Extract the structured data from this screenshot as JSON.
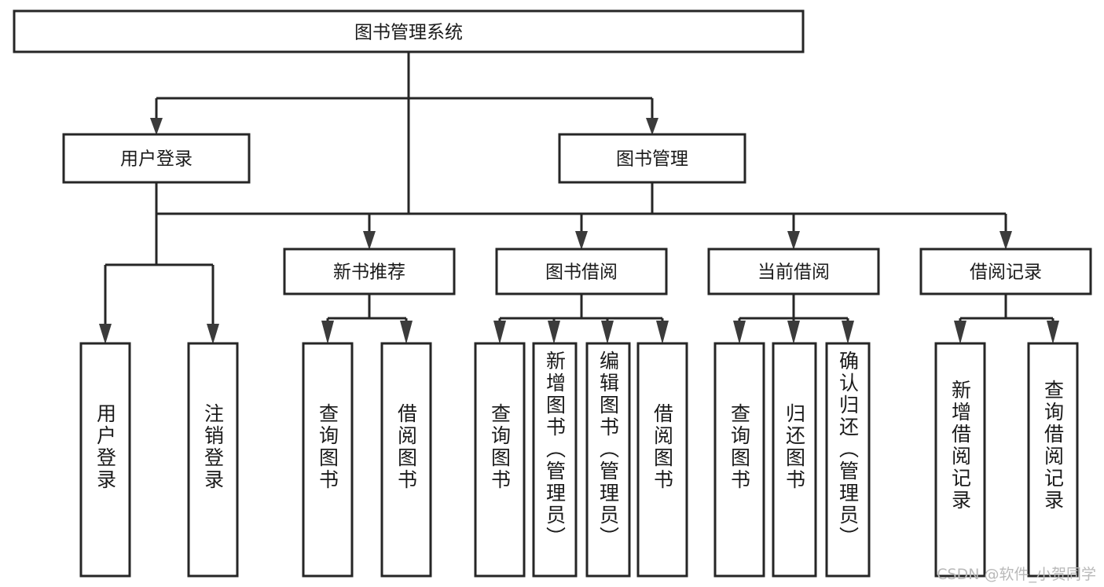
{
  "diagram": {
    "title": "图书管理系统",
    "type": "tree",
    "root": {
      "id": "root",
      "label": "图书管理系统",
      "orientation": "horizontal"
    },
    "level2": [
      {
        "id": "user-login",
        "label": "用户登录",
        "orientation": "horizontal"
      },
      {
        "id": "book-manage",
        "label": "图书管理",
        "orientation": "horizontal"
      }
    ],
    "level3": [
      {
        "id": "new-book-recommend",
        "label": "新书推荐",
        "orientation": "horizontal",
        "parent": "book-manage"
      },
      {
        "id": "book-borrow",
        "label": "图书借阅",
        "orientation": "horizontal",
        "parent": "book-manage"
      },
      {
        "id": "current-borrow",
        "label": "当前借阅",
        "orientation": "horizontal",
        "parent": "book-manage"
      },
      {
        "id": "borrow-record",
        "label": "借阅记录",
        "orientation": "horizontal",
        "parent": "book-manage"
      }
    ],
    "leaves": [
      {
        "id": "leaf-user-login",
        "label": "用户登录",
        "parent": "user-login",
        "orientation": "vertical"
      },
      {
        "id": "leaf-user-logout",
        "label": "注销登录",
        "parent": "user-login",
        "orientation": "vertical"
      },
      {
        "id": "leaf-query-book-1",
        "label": "查询图书",
        "parent": "new-book-recommend",
        "orientation": "vertical"
      },
      {
        "id": "leaf-borrow-book-1",
        "label": "借阅图书",
        "parent": "new-book-recommend",
        "orientation": "vertical"
      },
      {
        "id": "leaf-query-book-2",
        "label": "查询图书",
        "parent": "book-borrow",
        "orientation": "vertical"
      },
      {
        "id": "leaf-add-book",
        "label": "新增图书（管理员）",
        "parent": "book-borrow",
        "orientation": "vertical"
      },
      {
        "id": "leaf-edit-book",
        "label": "编辑图书（管理员）",
        "parent": "book-borrow",
        "orientation": "vertical"
      },
      {
        "id": "leaf-borrow-book-2",
        "label": "借阅图书",
        "parent": "book-borrow",
        "orientation": "vertical"
      },
      {
        "id": "leaf-query-book-3",
        "label": "查询图书",
        "parent": "current-borrow",
        "orientation": "vertical"
      },
      {
        "id": "leaf-return-book",
        "label": "归还图书",
        "parent": "current-borrow",
        "orientation": "vertical"
      },
      {
        "id": "leaf-confirm-return",
        "label": "确认归还（管理员）",
        "parent": "current-borrow",
        "orientation": "vertical"
      },
      {
        "id": "leaf-add-record",
        "label": "新增借阅记录",
        "parent": "borrow-record",
        "orientation": "vertical"
      },
      {
        "id": "leaf-query-record",
        "label": "查询借阅记录",
        "parent": "borrow-record",
        "orientation": "vertical"
      }
    ],
    "watermark": "CSDN @软件_小贺同学",
    "colors": {
      "stroke": "#262626",
      "node_fill": "#ffffff",
      "text": "#1a1a1a",
      "watermark": "#b9b9b9",
      "background": "#ffffff"
    }
  }
}
